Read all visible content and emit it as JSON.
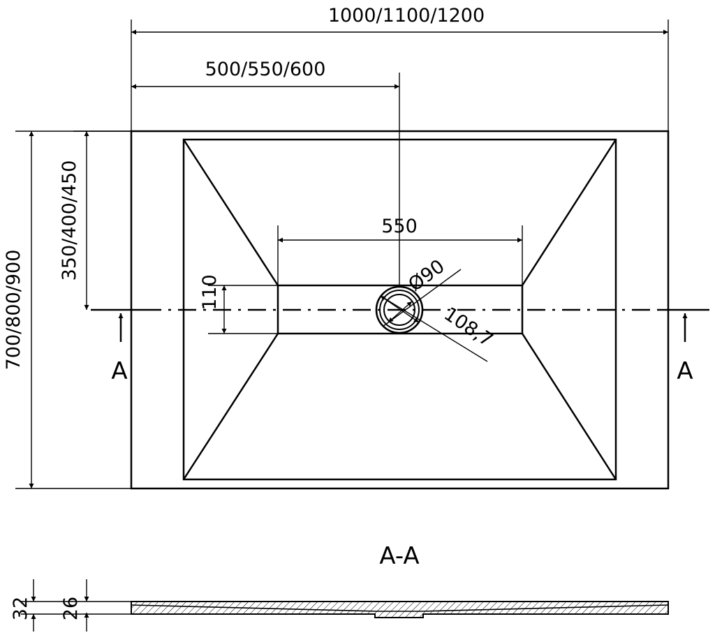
{
  "dimensions": {
    "total_width": "1000/1100/1200",
    "drain_offset_x": "500/550/600",
    "channel_length": "550",
    "drain_diameter": "Ø90",
    "drain_outer": "108,7",
    "channel_width": "110",
    "drain_offset_y": "350/400/450",
    "total_depth": "700/800/900",
    "height_total": "32",
    "height_inner": "26"
  },
  "section": {
    "marker_left": "A",
    "marker_right": "A",
    "title": "A-A"
  }
}
